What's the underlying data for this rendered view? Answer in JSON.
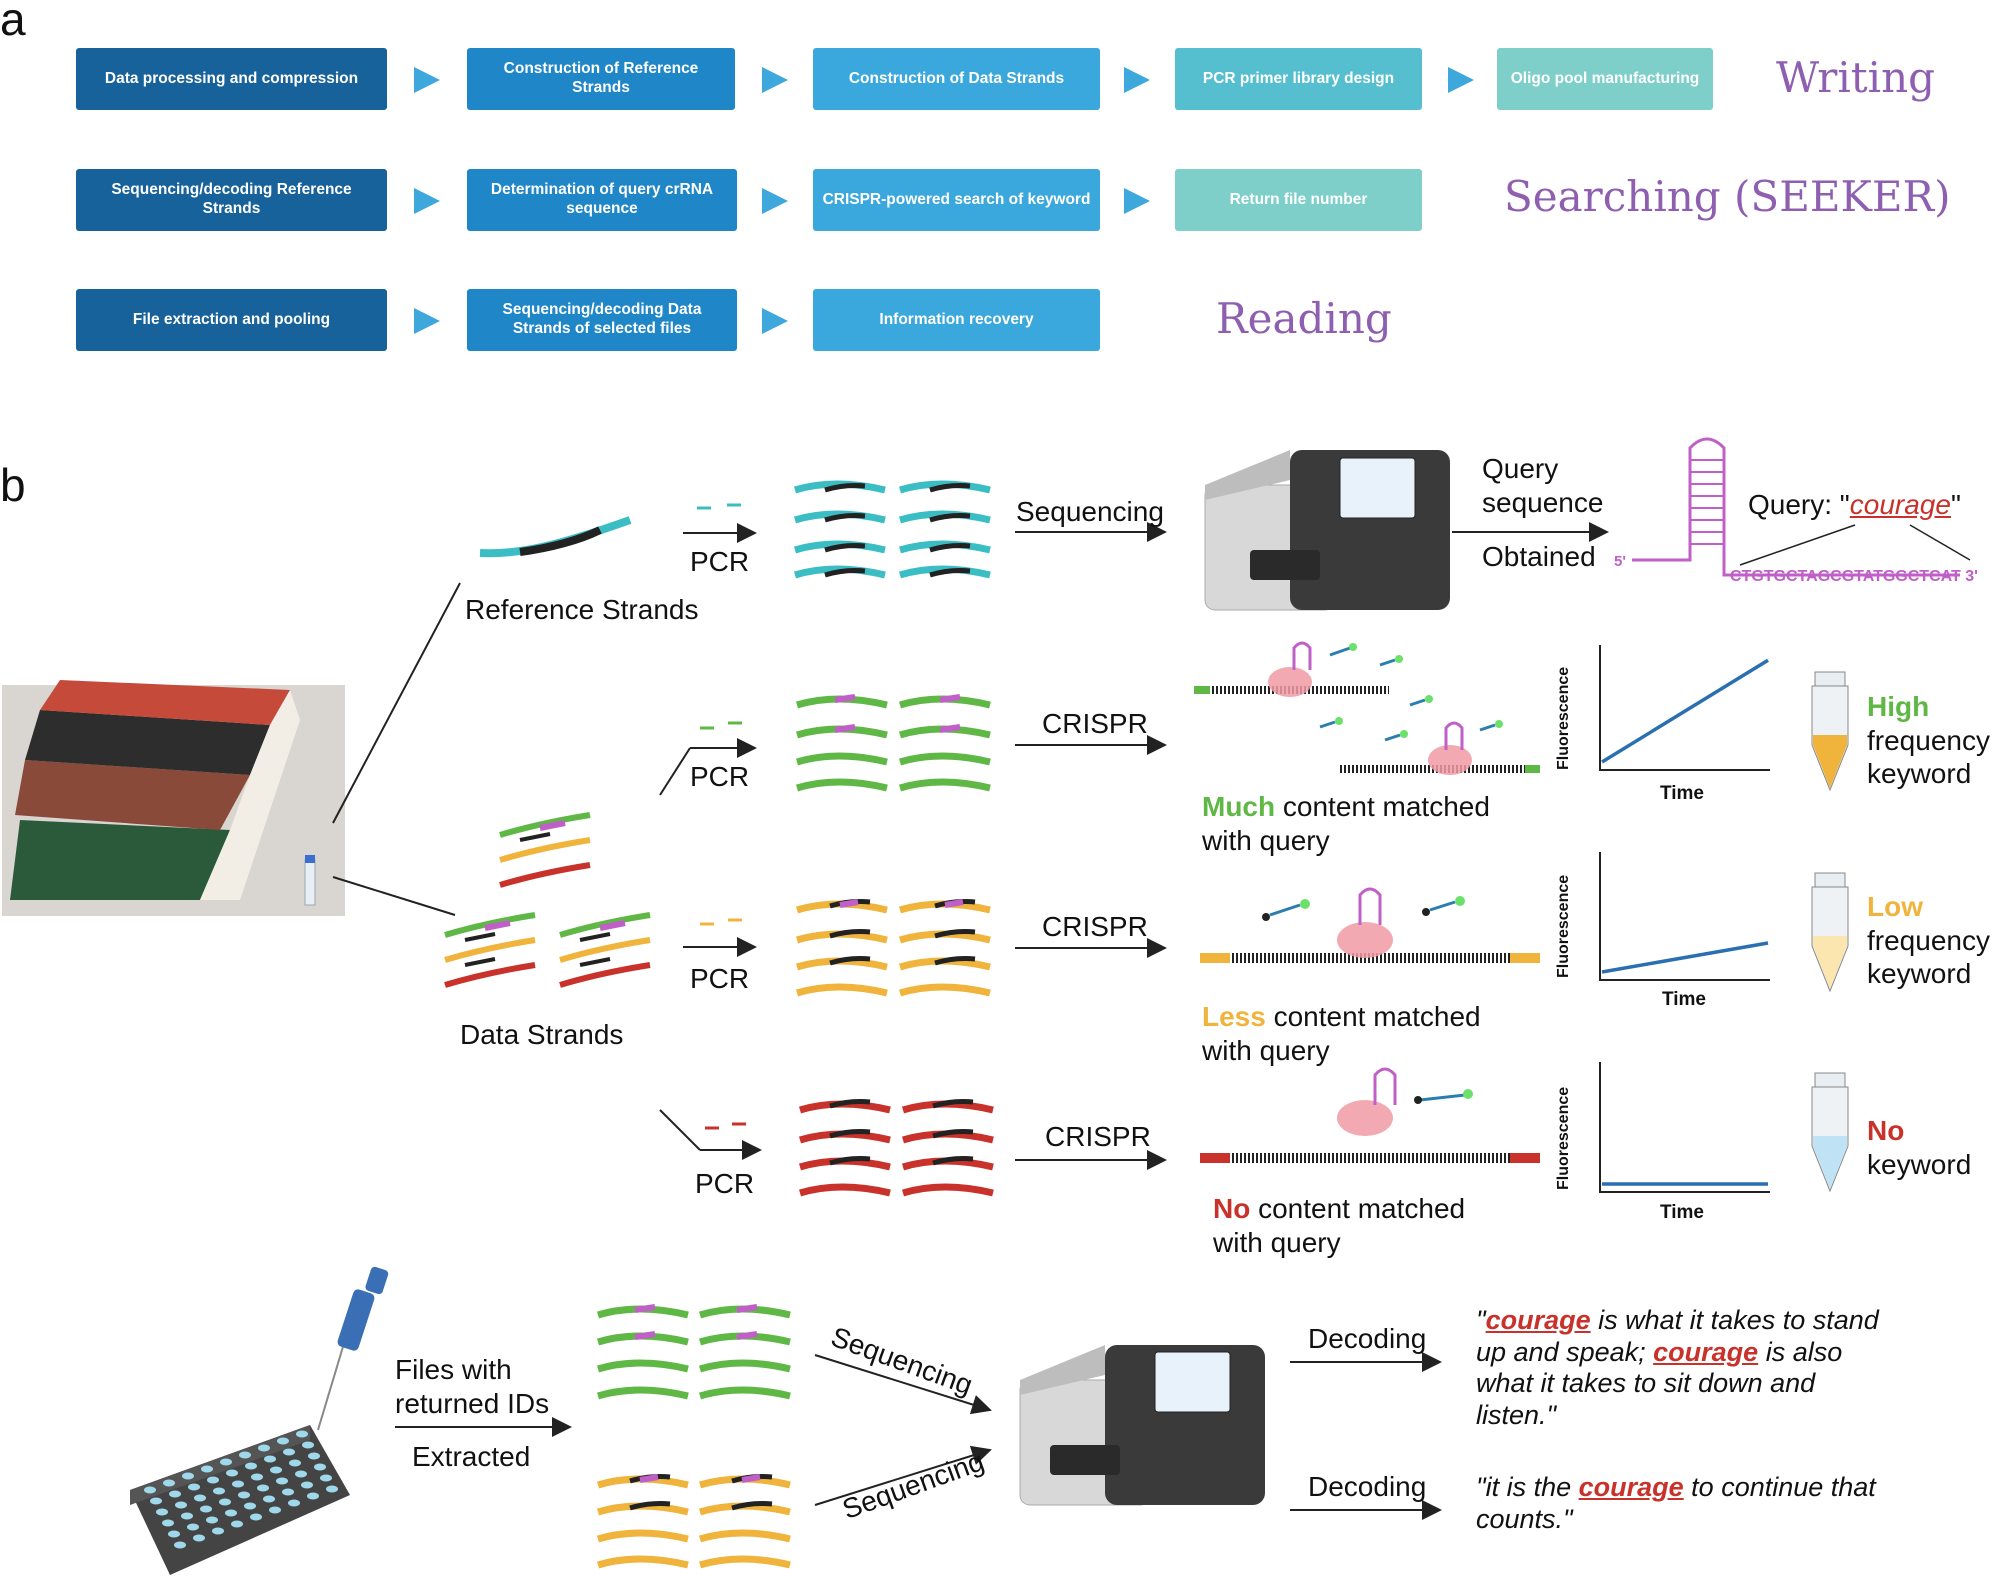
{
  "panel_a": {
    "letter": "a",
    "rows": [
      {
        "stage": "Writing",
        "steps": [
          "Data processing and compression",
          "Construction of Reference Strands",
          "Construction of Data Strands",
          "PCR primer library design",
          "Oligo pool manufacturing"
        ]
      },
      {
        "stage": "Searching (SEEKER)",
        "steps": [
          "Sequencing/decoding Reference Strands",
          "Determination of query crRNA sequence",
          "CRISPR-powered search of keyword",
          "Return file number"
        ]
      },
      {
        "stage": "Reading",
        "steps": [
          "File extraction and pooling",
          "Sequencing/decoding Data Strands of selected files",
          "Information recovery"
        ]
      }
    ],
    "colors": {
      "dark": "#17629a",
      "mid": "#1f86c8",
      "light": "#3aa8dc",
      "teal": "#56bfcf",
      "pale": "#7ecfc9",
      "stage": "#8e5fb0"
    }
  },
  "panel_b": {
    "letter": "b",
    "reference_strands": "Reference Strands",
    "data_strands": "Data Strands",
    "pcr": "PCR",
    "sequencing": "Sequencing",
    "crispr": "CRISPR",
    "query_sequence_1": "Query",
    "query_sequence_2": "sequence",
    "query_obtained": "Obtained",
    "query_prefix": "Query: \"",
    "query_keyword": "courage",
    "query_suffix": "\"",
    "five_prime": "5'",
    "crrna_sequence": "CTGTGCTAGCGTATGGCTCAT 3'",
    "fluorescence": "Fluorescence",
    "time": "Time",
    "frequency": "frequency",
    "keyword": "keyword",
    "results": [
      {
        "level": "Much",
        "match_rest": " content matched",
        "match_line2": "with query",
        "freq": "High",
        "color": "#5fb845",
        "signal_slope": 0.9
      },
      {
        "level": "Less",
        "match_rest": " content matched",
        "match_line2": "with query",
        "freq": "Low",
        "color": "#f0b43c",
        "signal_slope": 0.25
      },
      {
        "level": "No",
        "match_rest": " content matched",
        "match_line2": "with query",
        "freq": "No",
        "color": "#c8322b",
        "signal_slope": 0
      }
    ],
    "files_1": "Files with",
    "files_2": "returned IDs",
    "extracted": "Extracted",
    "decoding": "Decoding",
    "quote1": {
      "open": "\"",
      "kw1": "courage",
      "mid1": " is what it takes to stand up and speak; ",
      "kw2": "courage",
      "mid2": " is also what it takes to sit down and listen.\""
    },
    "quote2": {
      "open": "\"it is the ",
      "kw1": "courage",
      "mid1": " to continue that counts.\""
    },
    "colors": {
      "cyan": "#3bbdc4",
      "green": "#5fb845",
      "orange": "#f0b43c",
      "red": "#c8322b",
      "purple": "#c15fc9",
      "line": "#2a6fb0"
    }
  }
}
